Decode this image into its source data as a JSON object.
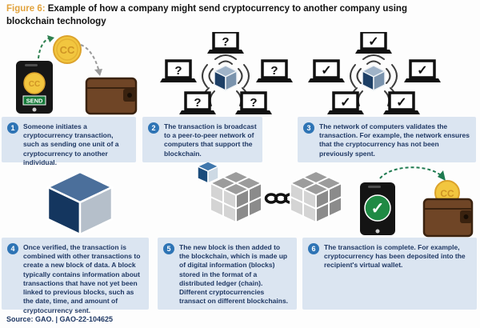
{
  "title": {
    "prefix": "Figure 6:",
    "text": " Example of how a company might send cryptocurrency to another company using blockchain technology"
  },
  "steps": [
    {
      "number": "1",
      "text": "Someone initiates a cryptocurrency transaction, such as sending one unit of a cryptocurrency to another individual."
    },
    {
      "number": "2",
      "text": "The transaction is broadcast to a peer-to-peer network of computers that support the blockchain."
    },
    {
      "number": "3",
      "text": "The network of computers validates the transaction. For example, the network ensures that the cryptocurrency has not been previously spent."
    },
    {
      "number": "4",
      "text": "Once verified, the transaction is combined with other transactions to create a new block of data. A block typically contains information about transactions that have not yet been linked to previous blocks, such as the date, time, and amount of cryptocurrency sent."
    },
    {
      "number": "5",
      "text": "The new block is then added to the blockchain, which is made up of digital information (blocks) stored in the format of a distributed ledger (chain). Different cryptocurrencies transact on different blockchains."
    },
    {
      "number": "6",
      "text": "The transaction is complete. For example, cryptocurrency has been deposited into the recipient's virtual wallet."
    }
  ],
  "icons": {
    "coin_label": "CC",
    "send_label": "SEND",
    "question_glyph": "?",
    "check_glyph": "✓"
  },
  "source": "Source: GAO.  |  GAO-22-104625",
  "colors": {
    "figure_label": "#e2a33d",
    "step_box_bg": "#dbe5f1",
    "step_number_circle": "#2e74b5",
    "step_text": "#1f3864",
    "coin_gold": "#f2c63f",
    "wallet_brown": "#6f4526",
    "cube_blue_dark": "#14365f",
    "cube_blue_top": "#4b6f9b",
    "cube_gray": "#9c9c9c",
    "check_green": "#1f8a44",
    "send_arrow_green": "#2e8050",
    "receive_arrow_gray": "#9b9b9b"
  }
}
